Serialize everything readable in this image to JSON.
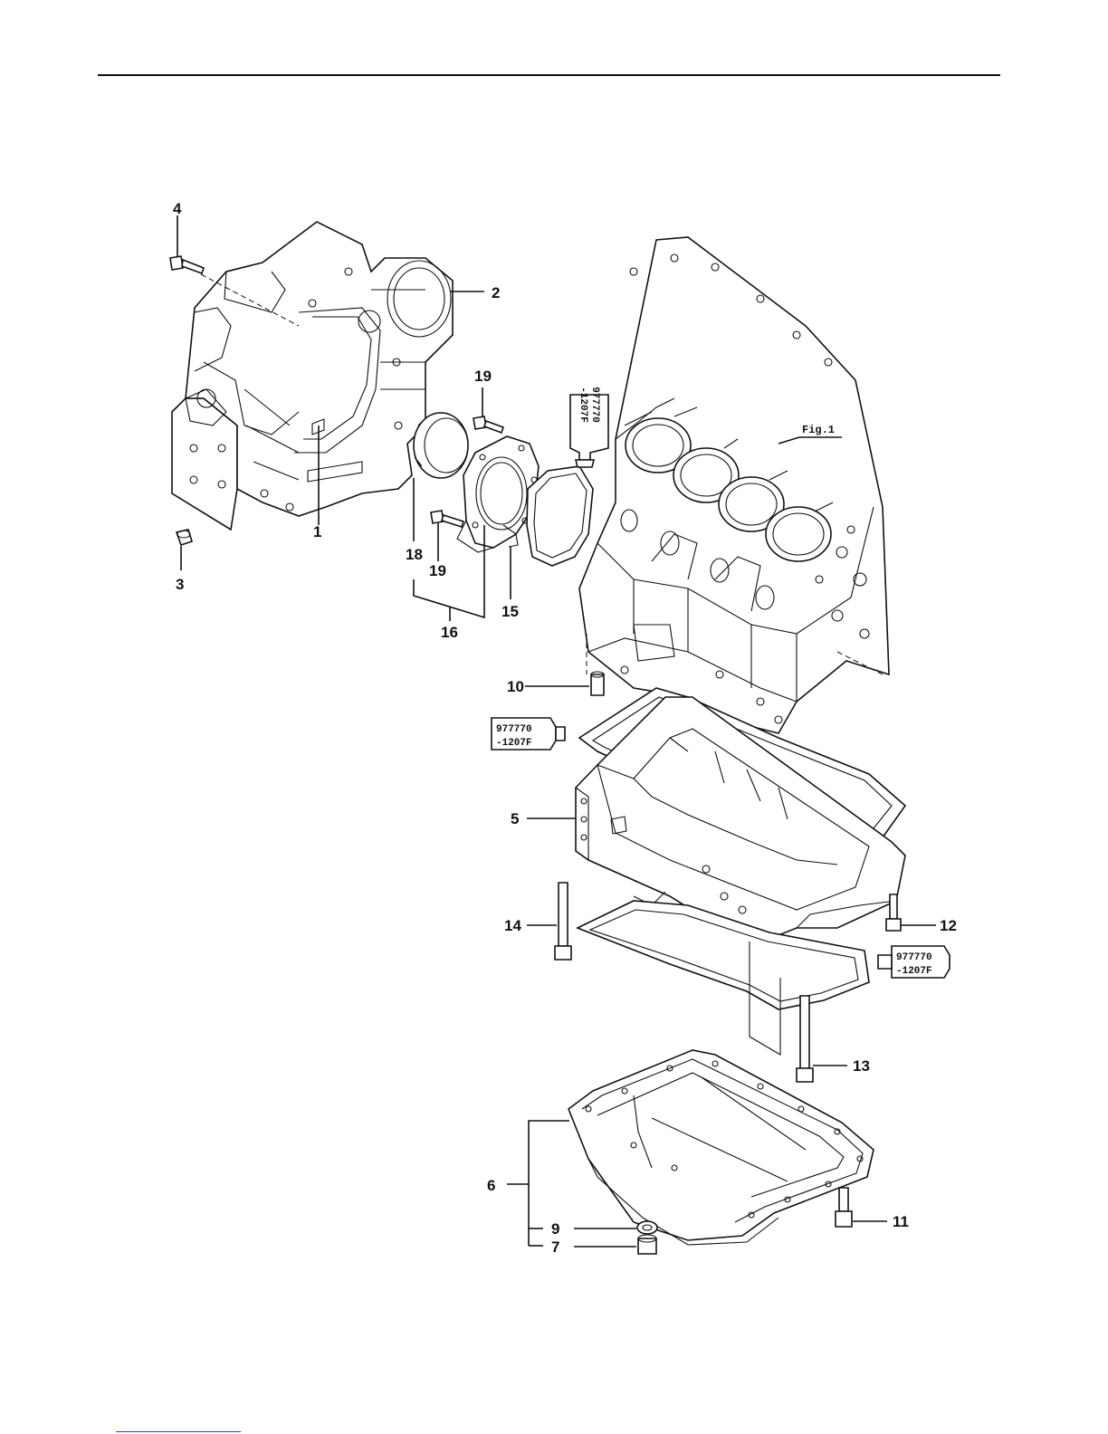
{
  "figure_ref": "Fig.1",
  "sealant_code_line1": "977770",
  "sealant_code_line2": "-1207F",
  "callouts": [
    {
      "id": "c1",
      "text": "1"
    },
    {
      "id": "c2",
      "text": "2"
    },
    {
      "id": "c3",
      "text": "3"
    },
    {
      "id": "c4",
      "text": "4"
    },
    {
      "id": "c5",
      "text": "5"
    },
    {
      "id": "c6",
      "text": "6"
    },
    {
      "id": "c7",
      "text": "7"
    },
    {
      "id": "c9",
      "text": "9"
    },
    {
      "id": "c10",
      "text": "10"
    },
    {
      "id": "c11",
      "text": "11"
    },
    {
      "id": "c12",
      "text": "12"
    },
    {
      "id": "c13",
      "text": "13"
    },
    {
      "id": "c14",
      "text": "14"
    },
    {
      "id": "c15",
      "text": "15"
    },
    {
      "id": "c16",
      "text": "16"
    },
    {
      "id": "c18",
      "text": "18"
    },
    {
      "id": "c19a",
      "text": "19"
    },
    {
      "id": "c19b",
      "text": "19"
    }
  ]
}
